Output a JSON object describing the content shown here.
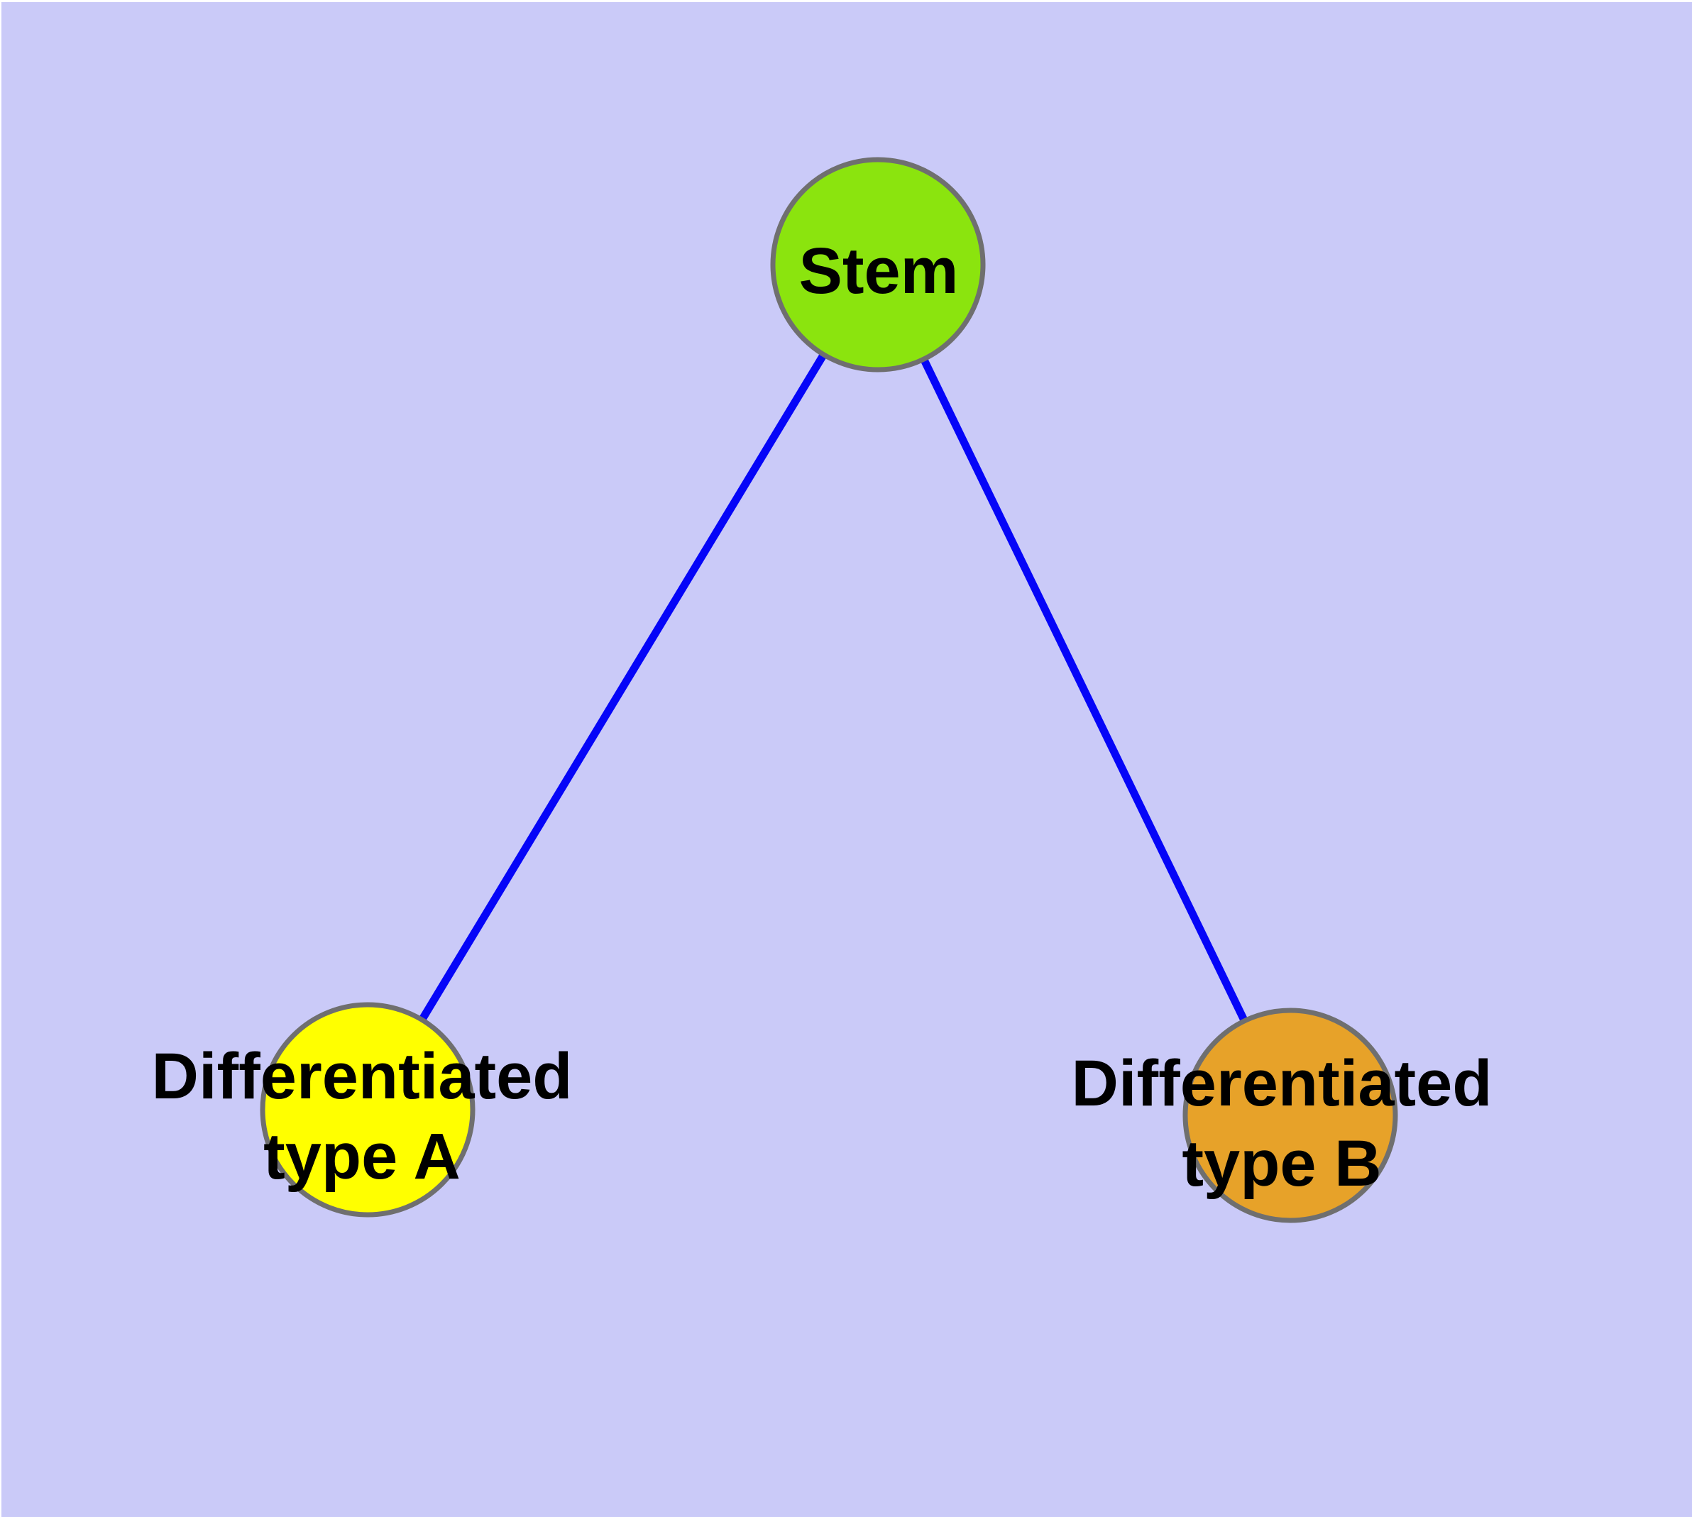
{
  "figure": {
    "background_color": "#CACAF8",
    "frame_color": "#FFFFFF",
    "edge_color": "#0505F8",
    "node_border_color": "#6F6F6F",
    "label_color": "#000000"
  },
  "graph": {
    "nodes": [
      {
        "id": "stem",
        "label": "Stem",
        "label_line1": "Stem",
        "label_line2": "",
        "color": "#8BE40E"
      },
      {
        "id": "type-a",
        "label": "Differentiated type A",
        "label_line1": "Differentiated",
        "label_line2": "type A",
        "color": "#FFFF00"
      },
      {
        "id": "type-b",
        "label": "Differentiated type B",
        "label_line1": "Differentiated",
        "label_line2": "type B",
        "color": "#E7A229"
      }
    ],
    "edges": [
      {
        "from": "Stem",
        "to": "Differentiated type A"
      },
      {
        "from": "Stem",
        "to": "Differentiated type B"
      }
    ]
  }
}
